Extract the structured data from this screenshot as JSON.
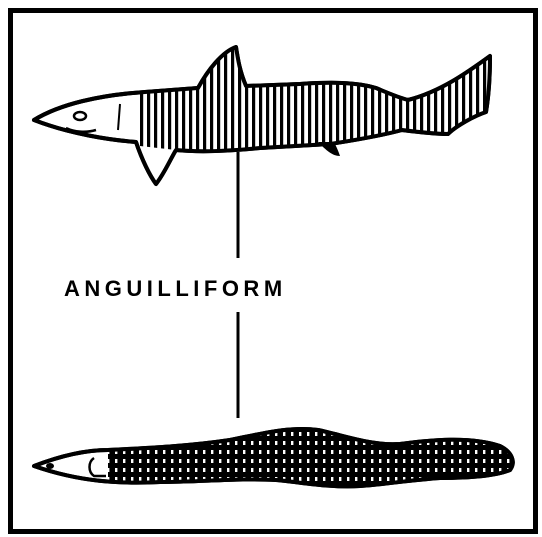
{
  "diagram": {
    "label": "ANGUILLIFORM",
    "colors": {
      "ink": "#000000",
      "paper": "#ffffff"
    },
    "figures": [
      {
        "name": "shark",
        "icon": "shark-silhouette-icon"
      },
      {
        "name": "eel",
        "icon": "eel-silhouette-icon"
      }
    ]
  }
}
